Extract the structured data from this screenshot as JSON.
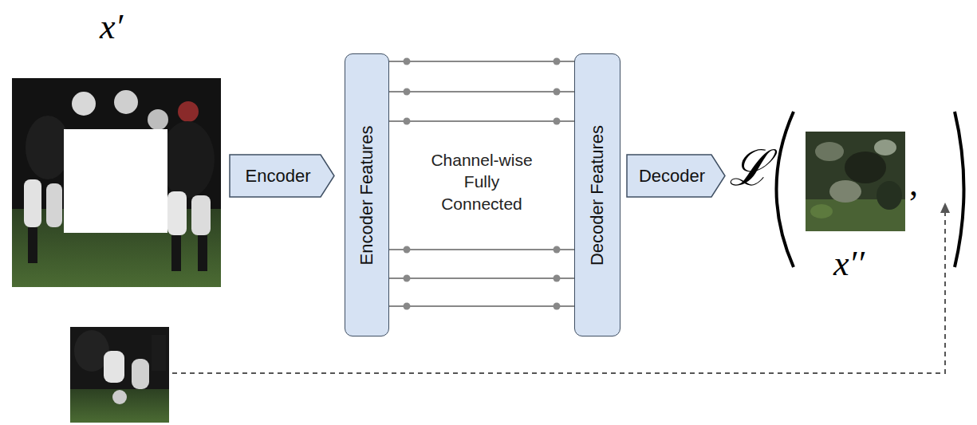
{
  "diagram": {
    "nodes": [
      {
        "text": [
          "Encoder"
        ]
      },
      {
        "text": [
          "Encoder Features"
        ]
      },
      {
        "text": [
          "Decoder Features"
        ]
      },
      {
        "text": [
          "Decoder"
        ]
      }
    ],
    "edges": [
      {
        "from": 1,
        "to": 2,
        "arrow": "none"
      },
      {
        "from": 1,
        "to": 2,
        "arrow": "none"
      },
      {
        "from": 1,
        "to": 2,
        "arrow": "none"
      },
      {
        "from": 1,
        "to": 2,
        "arrow": "none"
      },
      {
        "from": 1,
        "to": 2,
        "arrow": "none"
      },
      {
        "from": 1,
        "to": 2,
        "arrow": "none"
      }
    ],
    "labels": [
      "x′",
      "Channel-wise Fully Connected",
      "ℒ",
      ",",
      "x′′"
    ]
  }
}
